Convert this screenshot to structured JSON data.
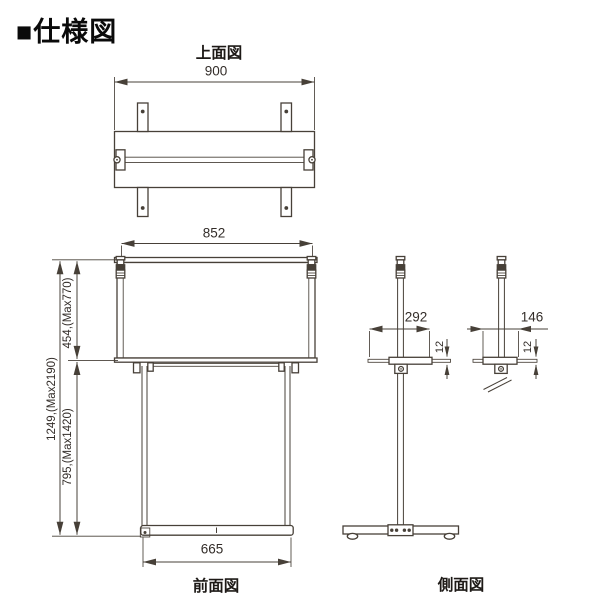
{
  "title": "■仕様図",
  "views": {
    "top": {
      "label": "上面図",
      "dim_width": "900"
    },
    "front": {
      "label": "前面図",
      "dim_board_width": "852",
      "dim_board_height": "454,(Max770)",
      "dim_total_height": "1249,(Max2190)",
      "dim_stand_height": "795,(Max1420)",
      "dim_base_width": "665"
    },
    "side": {
      "label": "側面図",
      "dim_tray_depth": "292",
      "dim_tray_thickness": "12",
      "dim_bracket_depth": "146",
      "dim_bracket_thickness": "12"
    }
  },
  "colors": {
    "line": "#474038",
    "text": "#332d29",
    "background": "#ffffff"
  }
}
